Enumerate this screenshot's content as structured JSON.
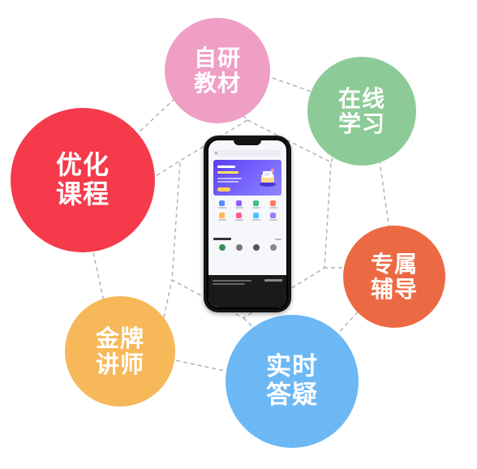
{
  "features": [
    {
      "id": "self-developed-materials",
      "label": "自研\n教材",
      "color": "#ef9ec4"
    },
    {
      "id": "online-learning",
      "label": "在线\n学习",
      "color": "#8ccb97"
    },
    {
      "id": "optimized-courses",
      "label": "优化\n课程",
      "color": "#f53a4b"
    },
    {
      "id": "dedicated-tutoring",
      "label": "专属\n辅导",
      "color": "#ec6a43"
    },
    {
      "id": "gold-medal-teachers",
      "label": "金牌\n讲师",
      "color": "#f7b85a"
    },
    {
      "id": "real-time-answers",
      "label": "实时\n答疑",
      "color": "#6cb8f5"
    }
  ],
  "colors": {
    "connector": "#a9b0b8",
    "banner": "#6b55f5",
    "banner_accent": "#ffd24a"
  }
}
